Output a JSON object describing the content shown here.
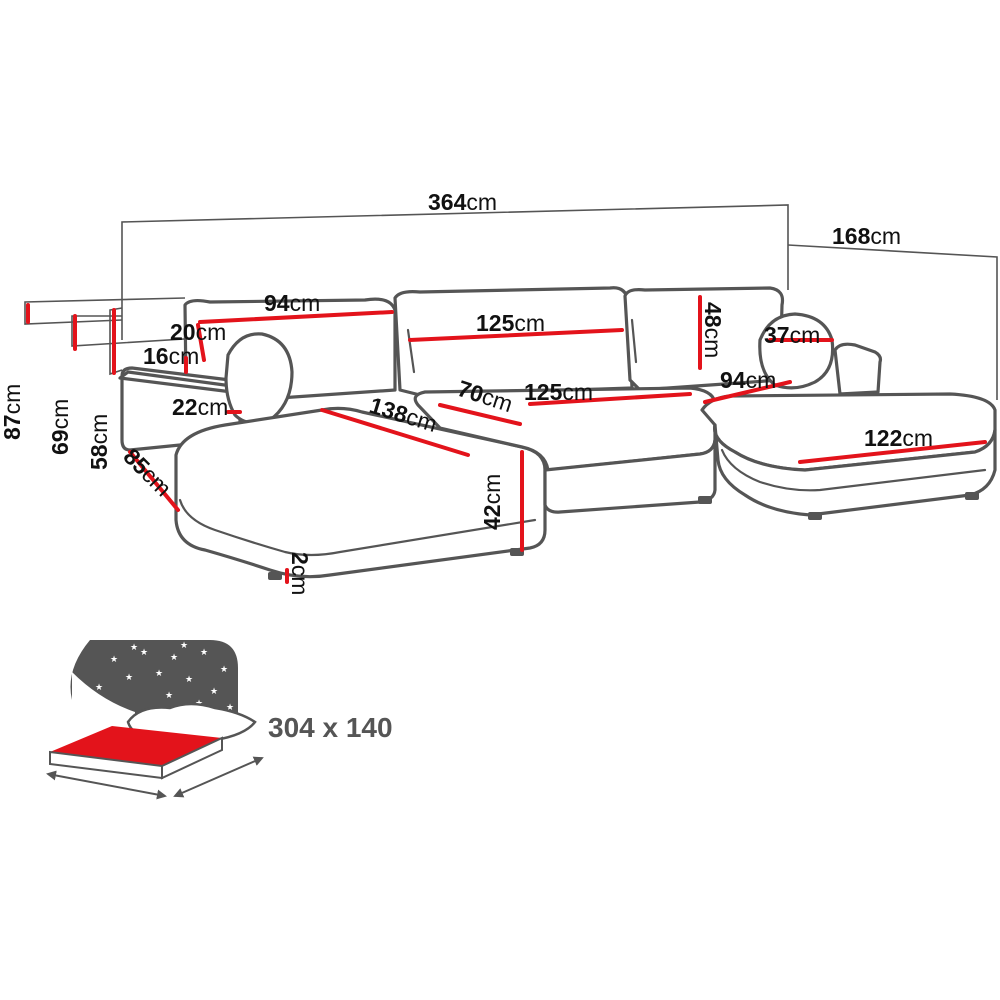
{
  "colors": {
    "outline": "#555555",
    "dimension_line": "#e3131b",
    "mattress": "#e3131b",
    "night_sky": "#555555",
    "text": "#111111"
  },
  "unit": "cm",
  "dimensions": [
    {
      "id": "total_width",
      "value": "364"
    },
    {
      "id": "chaise_depth_right",
      "value": "168"
    },
    {
      "id": "left_cushion_width",
      "value": "94"
    },
    {
      "id": "center_cushion_width",
      "value": "125"
    },
    {
      "id": "cushion_height",
      "value": "48"
    },
    {
      "id": "round_pillow_diameter",
      "value": "37"
    },
    {
      "id": "left_cushion_depth",
      "value": "20"
    },
    {
      "id": "armrest_width",
      "value": "16"
    },
    {
      "id": "left_pillow_depth",
      "value": "22"
    },
    {
      "id": "center_seat_depth",
      "value": "70"
    },
    {
      "id": "center_seat_width",
      "value": "125"
    },
    {
      "id": "right_seat_width",
      "value": "94"
    },
    {
      "id": "left_chaise_length",
      "value": "138"
    },
    {
      "id": "right_chaise_length",
      "value": "122"
    },
    {
      "id": "total_height",
      "value": "87"
    },
    {
      "id": "armrest_height",
      "value": "69"
    },
    {
      "id": "back_height",
      "value": "58"
    },
    {
      "id": "chaise_width",
      "value": "85"
    },
    {
      "id": "seat_height",
      "value": "42"
    },
    {
      "id": "leg_height",
      "value": "2"
    }
  ],
  "sleeping_area": "304 x 140"
}
